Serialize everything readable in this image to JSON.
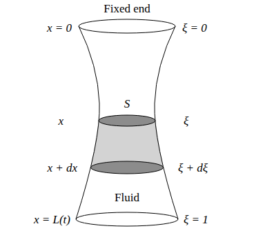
{
  "diagram": {
    "labels": [
      "Fixed end",
      "x = 0",
      "ξ = 0",
      "S",
      "x",
      "ξ",
      "x + dx",
      "ξ + dξ",
      "Fluid",
      "x = L(t)",
      "ξ = 1"
    ]
  }
}
